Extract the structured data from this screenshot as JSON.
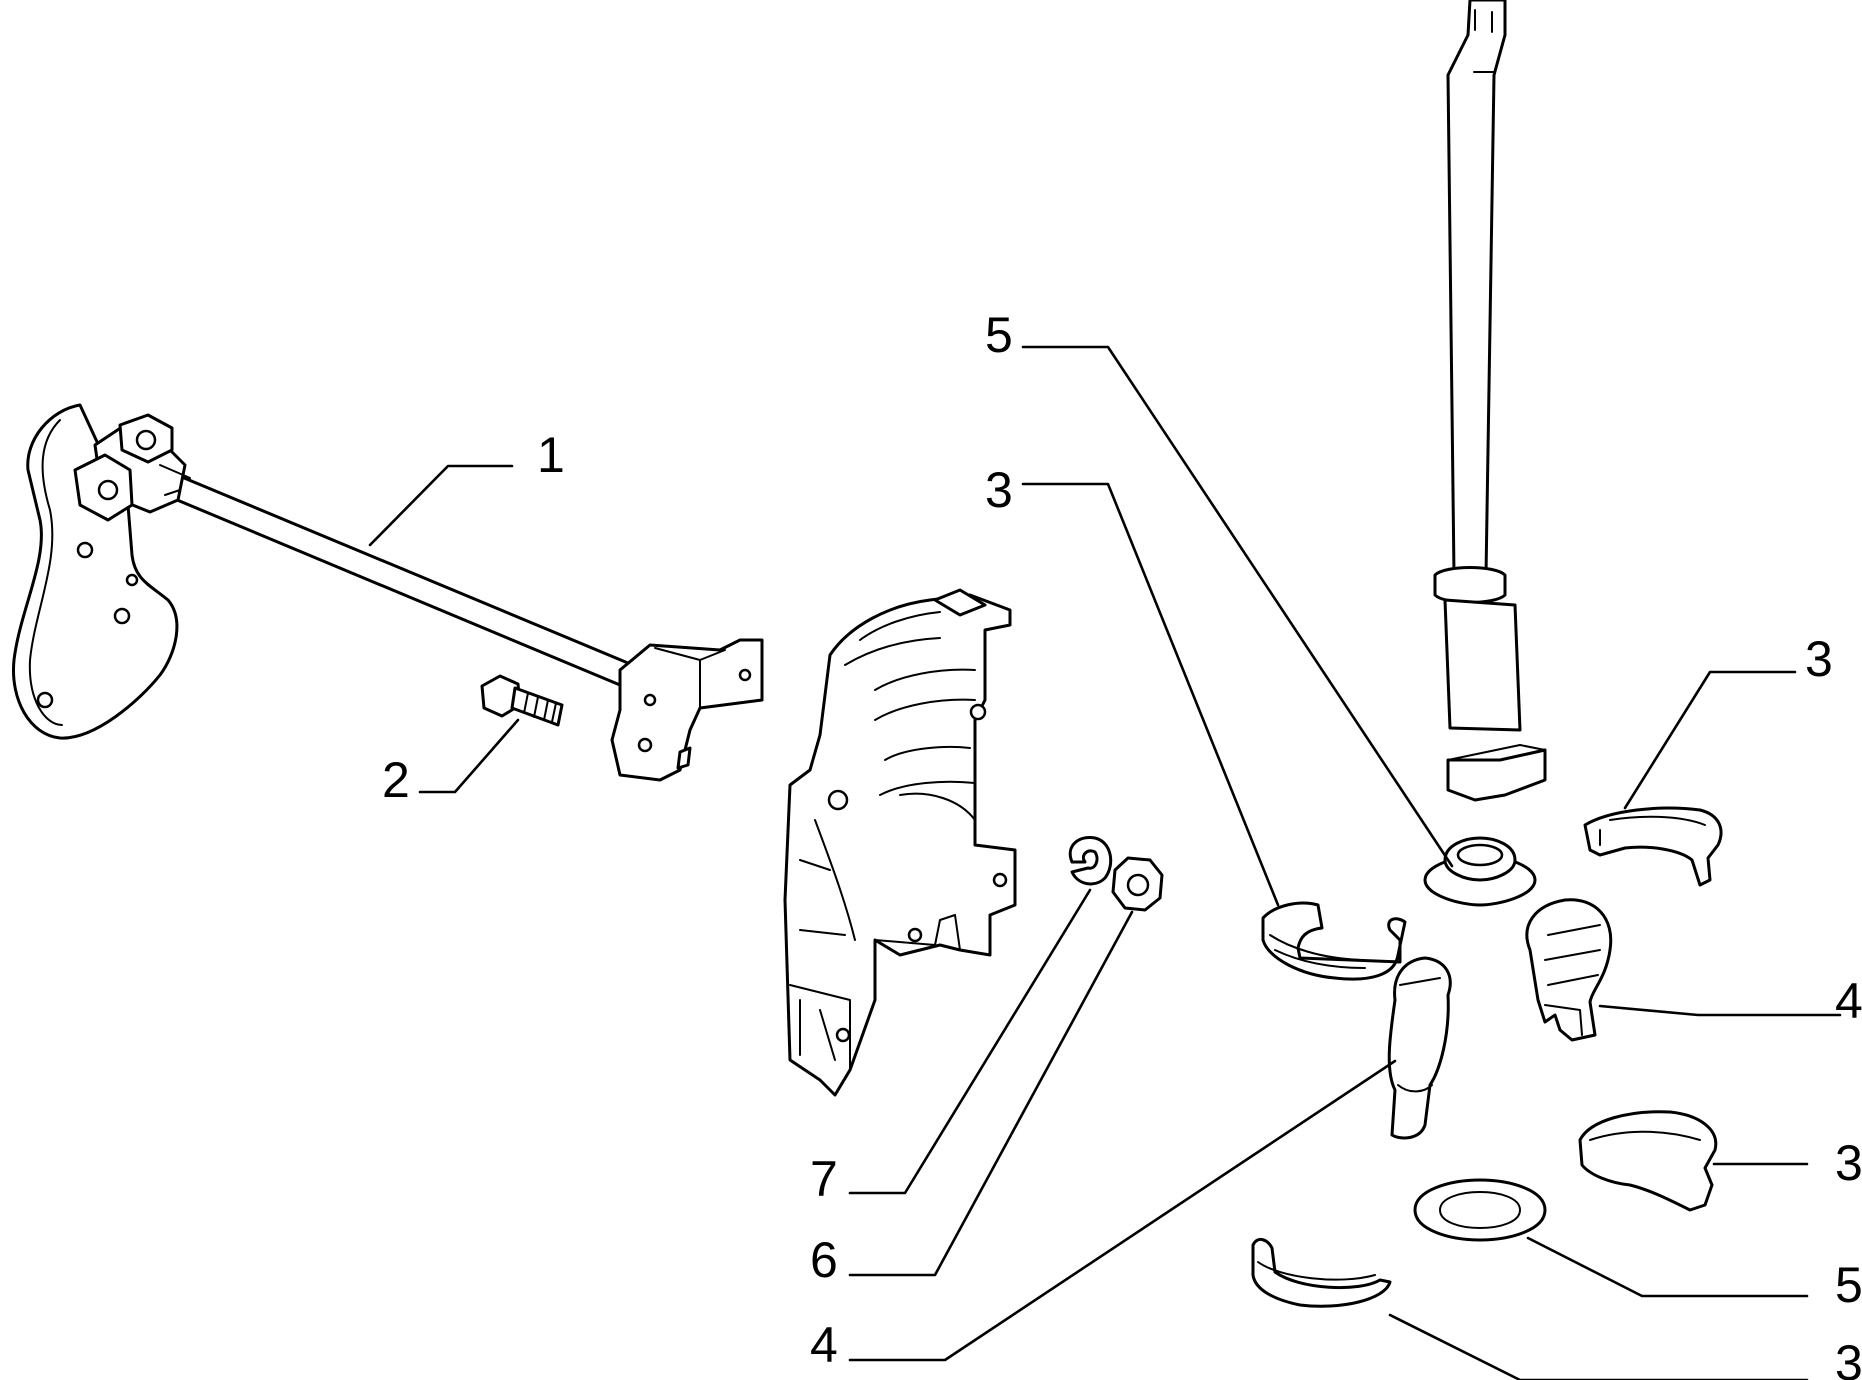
{
  "callouts": [
    {
      "id": "c1",
      "text": "1"
    },
    {
      "id": "c2",
      "text": "2"
    },
    {
      "id": "c3a",
      "text": "3"
    },
    {
      "id": "c3b",
      "text": "3"
    },
    {
      "id": "c3c",
      "text": "3"
    },
    {
      "id": "c3d",
      "text": "3"
    },
    {
      "id": "c4a",
      "text": "4"
    },
    {
      "id": "c4b",
      "text": "4"
    },
    {
      "id": "c5a",
      "text": "5"
    },
    {
      "id": "c5b",
      "text": "5"
    },
    {
      "id": "c6",
      "text": "6"
    },
    {
      "id": "c7",
      "text": "7"
    }
  ],
  "colors": {
    "ink": "#000000",
    "paper": "#ffffff"
  }
}
